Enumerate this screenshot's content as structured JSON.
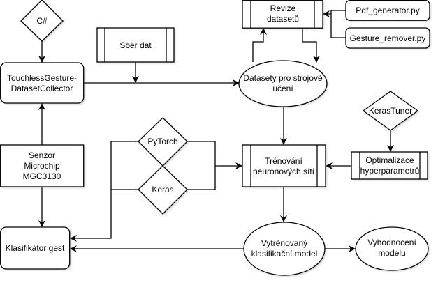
{
  "diagram": {
    "type": "flowchart",
    "nodes": {
      "csharp": {
        "label": [
          "C#"
        ],
        "shape": "diamond"
      },
      "collector": {
        "label": [
          "TouchlessGesture-",
          "DatasetCollector"
        ],
        "shape": "rounded-rect"
      },
      "sber_dat": {
        "label": [
          "Sběr dat"
        ],
        "shape": "process"
      },
      "revize": {
        "label": [
          "Revize",
          "datasetů"
        ],
        "shape": "process"
      },
      "pdf_generator": {
        "label": [
          "Pdf_generator.py"
        ],
        "shape": "rounded-rect"
      },
      "gesture_remover": {
        "label": [
          "Gesture_remover.py"
        ],
        "shape": "rounded-rect"
      },
      "datasety": {
        "label": [
          "Datasety pro strojové",
          "učení"
        ],
        "shape": "ellipse"
      },
      "senzor": {
        "label": [
          "Senzor",
          "Microchip",
          "MGC3130"
        ],
        "shape": "rect"
      },
      "pytorch": {
        "label": [
          "PyTorch"
        ],
        "shape": "diamond"
      },
      "keras": {
        "label": [
          "Keras"
        ],
        "shape": "diamond"
      },
      "trenovani": {
        "label": [
          "Trénování",
          "neuronových sítí"
        ],
        "shape": "process"
      },
      "kerastuner": {
        "label": [
          "KerasTuner"
        ],
        "shape": "diamond"
      },
      "optimalizace": {
        "label": [
          "Optimalizace",
          "hyperparametrů"
        ],
        "shape": "process"
      },
      "klasifikator": {
        "label": [
          "Klasifikátor gest"
        ],
        "shape": "rounded-rect"
      },
      "vytrenovany": {
        "label": [
          "Vytrénovaný",
          "klasifikační model"
        ],
        "shape": "ellipse"
      },
      "vyhodnoceni": {
        "label": [
          "Vyhodnocení",
          "modelu"
        ],
        "shape": "ellipse"
      }
    },
    "edges": [
      {
        "from": "csharp",
        "to": "collector"
      },
      {
        "from": "collector",
        "to": "datasety"
      },
      {
        "from": "sber_dat",
        "to": "collector-datasety-line"
      },
      {
        "from": "datasety",
        "to": "revize"
      },
      {
        "from": "revize",
        "to": "datasety"
      },
      {
        "from": "pdf_generator",
        "to": "revize"
      },
      {
        "from": "gesture_remover",
        "to": "revize"
      },
      {
        "from": "senzor",
        "to": "collector"
      },
      {
        "from": "senzor",
        "to": "klasifikator"
      },
      {
        "from": "datasety",
        "to": "trenovani"
      },
      {
        "from": "pytorch",
        "to": "trenovani"
      },
      {
        "from": "keras",
        "to": "trenovani"
      },
      {
        "from": "pytorch",
        "to": "klasifikator"
      },
      {
        "from": "keras",
        "to": "klasifikator"
      },
      {
        "from": "kerastuner",
        "to": "optimalizace"
      },
      {
        "from": "optimalizace",
        "to": "trenovani"
      },
      {
        "from": "trenovani",
        "to": "vytrenovany"
      },
      {
        "from": "vytrenovany",
        "to": "klasifikator"
      },
      {
        "from": "vytrenovany",
        "to": "vyhodnoceni"
      }
    ]
  }
}
